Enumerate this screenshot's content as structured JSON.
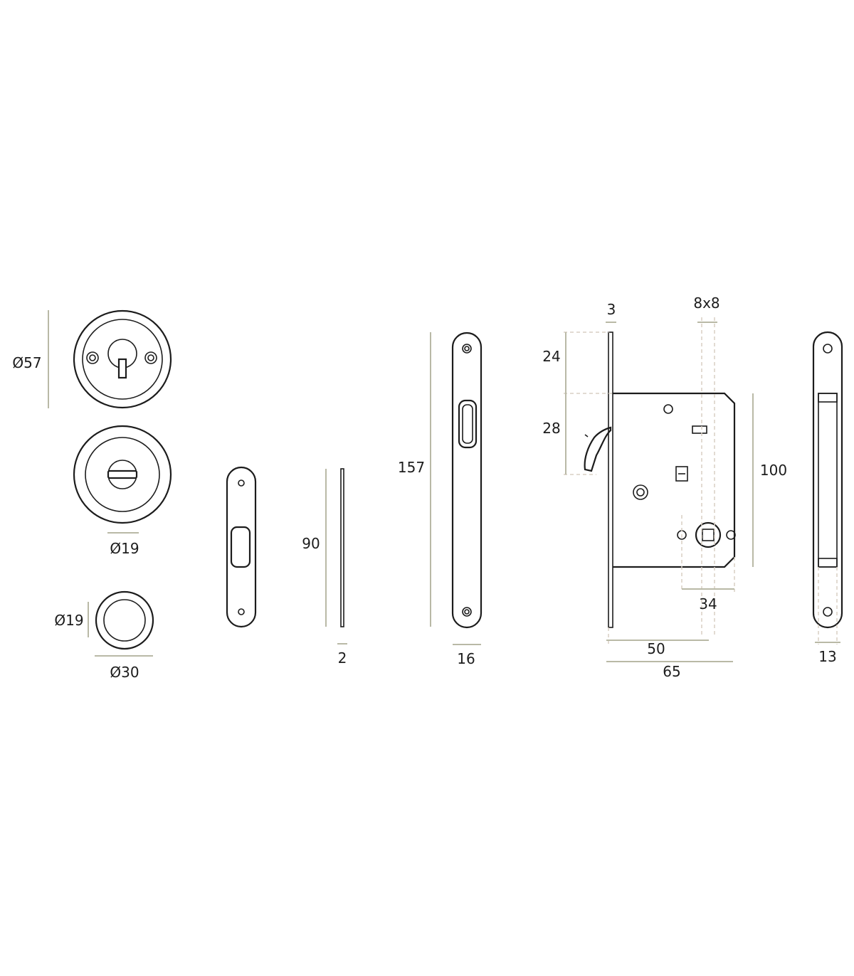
{
  "drawing": {
    "rosette_diameter": "Ø57",
    "turn_knob_diameter": "Ø19",
    "flush_pull_inner_diameter": "Ø19",
    "flush_pull_outer_diameter": "Ø30",
    "strike_plate_height": "90",
    "strike_plate_thickness": "2",
    "faceplate_height": "157",
    "faceplate_width": "16",
    "faceplate_thickness": "3",
    "hook_top_offset": "24",
    "hook_height": "28",
    "spindle_size": "8x8",
    "case_height": "100",
    "spindle_spacing": "34",
    "backset": "50",
    "case_depth": "65",
    "keeper_width": "13"
  }
}
